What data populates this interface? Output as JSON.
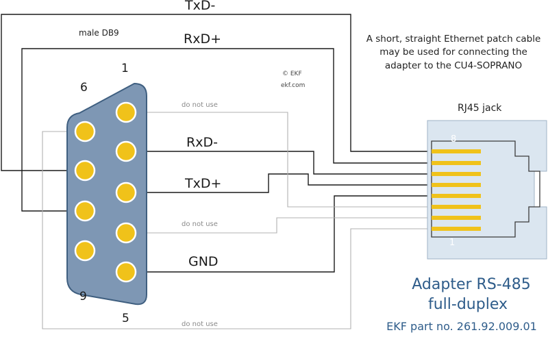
{
  "colors": {
    "connector_fill": "#7e97b4",
    "connector_stroke": "#3f5f80",
    "pin_fill": "#f0c21a",
    "pin_stroke": "#ffffff",
    "rj45_fill": "#dbe6f0",
    "wire": "#1a1a1a",
    "wire_unused": "#b0b0b0",
    "title_color": "#2e5c8a"
  },
  "labels": {
    "txd_minus": "TxD-",
    "rxd_plus": "RxD+",
    "rxd_minus": "RxD-",
    "txd_plus": "TxD+",
    "gnd": "GND",
    "male_db9": "male DB9",
    "pin_1": "1",
    "pin_5": "5",
    "pin_6": "6",
    "pin_9": "9",
    "do_not_use_1": "do not use",
    "do_not_use_2": "do not use",
    "do_not_use_3": "do not use",
    "copyright_1": "© EKF",
    "copyright_2": "ekf.com",
    "note_line_1": "A short, straight Ethernet patch cable",
    "note_line_2": "may be used for connecting the",
    "note_line_3": "adapter  to the CU4-SOPRANO",
    "rj45_jack": "RJ45 jack",
    "rj45_pin_8": "8",
    "rj45_pin_1": "1",
    "title_line_1": "Adapter RS-485",
    "title_line_2": "full-duplex",
    "part_no": "EKF part no. 261.92.009.01"
  }
}
